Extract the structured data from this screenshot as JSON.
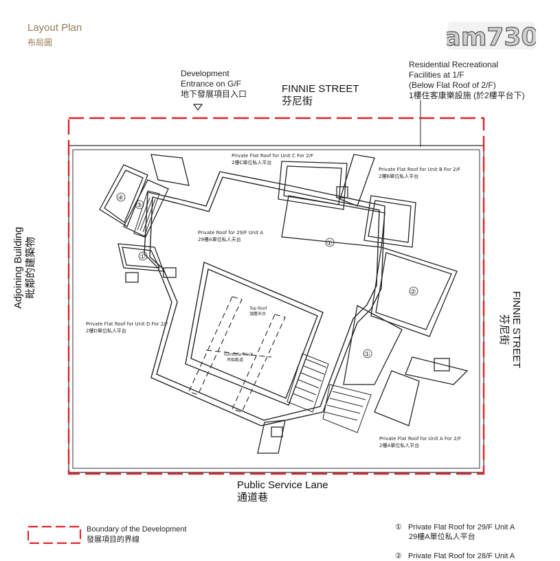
{
  "header": {
    "title_en": "Layout Plan",
    "title_zh": "布局圖",
    "logo_text": "am730"
  },
  "labels": {
    "entrance_en_1": "Development",
    "entrance_en_2": "Entrance on G/F",
    "entrance_zh": "地下發展項目入口",
    "top_street_en": "FINNIE STREET",
    "top_street_zh": "芬尼街",
    "rec_en_1": "Residential Recreational",
    "rec_en_2": "Facilities at 1/F",
    "rec_en_3": "(Below Flat Roof of 2/F)",
    "rec_zh": "1樓住客康樂設施 (於2樓平台下)",
    "left_en": "Adjoining Building",
    "left_zh": "毗鄰的建築物",
    "right_en": "FINNIE STREET",
    "right_zh": "芬尼街",
    "bottom_en": "Public Service Lane",
    "bottom_zh": "通道巷"
  },
  "plan": {
    "roof_c_en": "Private Flat Roof for Unit C For 2/F",
    "roof_c_zh": "2樓C單位私人平台",
    "roof_b_en": "Private Flat Roof for Unit B For 2/F",
    "roof_b_zh": "2樓B單位私人平台",
    "roof_29a_en": "Private Roof for 29/F Unit A",
    "roof_29a_zh": "29樓A單位私人天台",
    "roof_d_en": "Private Flat Roof for Unit D For 2/F",
    "roof_d_zh": "2樓D單位私人平台",
    "top_roof_en": "Top Roof",
    "top_roof_zh": "頂層天台",
    "gondola_en": "Gondola Track",
    "gondola_zh": "吊船軌道",
    "roof_a_en": "Private Flat Roof for Unit A For 2/F",
    "roof_a_zh": "2樓A單位私人平台",
    "m1": "①",
    "m2": "②",
    "m3": "③",
    "m4": "④"
  },
  "legend": {
    "boundary_en": "Boundary of the Development",
    "boundary_zh": "發展項目的界線",
    "boundary_color": "#e0202a"
  },
  "notes": [
    {
      "marker": "①",
      "en": "Private Flat Roof for 29/F Unit A",
      "zh": "29樓A單位私人平台"
    },
    {
      "marker": "②",
      "en": "Private Flat Roof for 28/F Unit A",
      "zh": ""
    }
  ]
}
